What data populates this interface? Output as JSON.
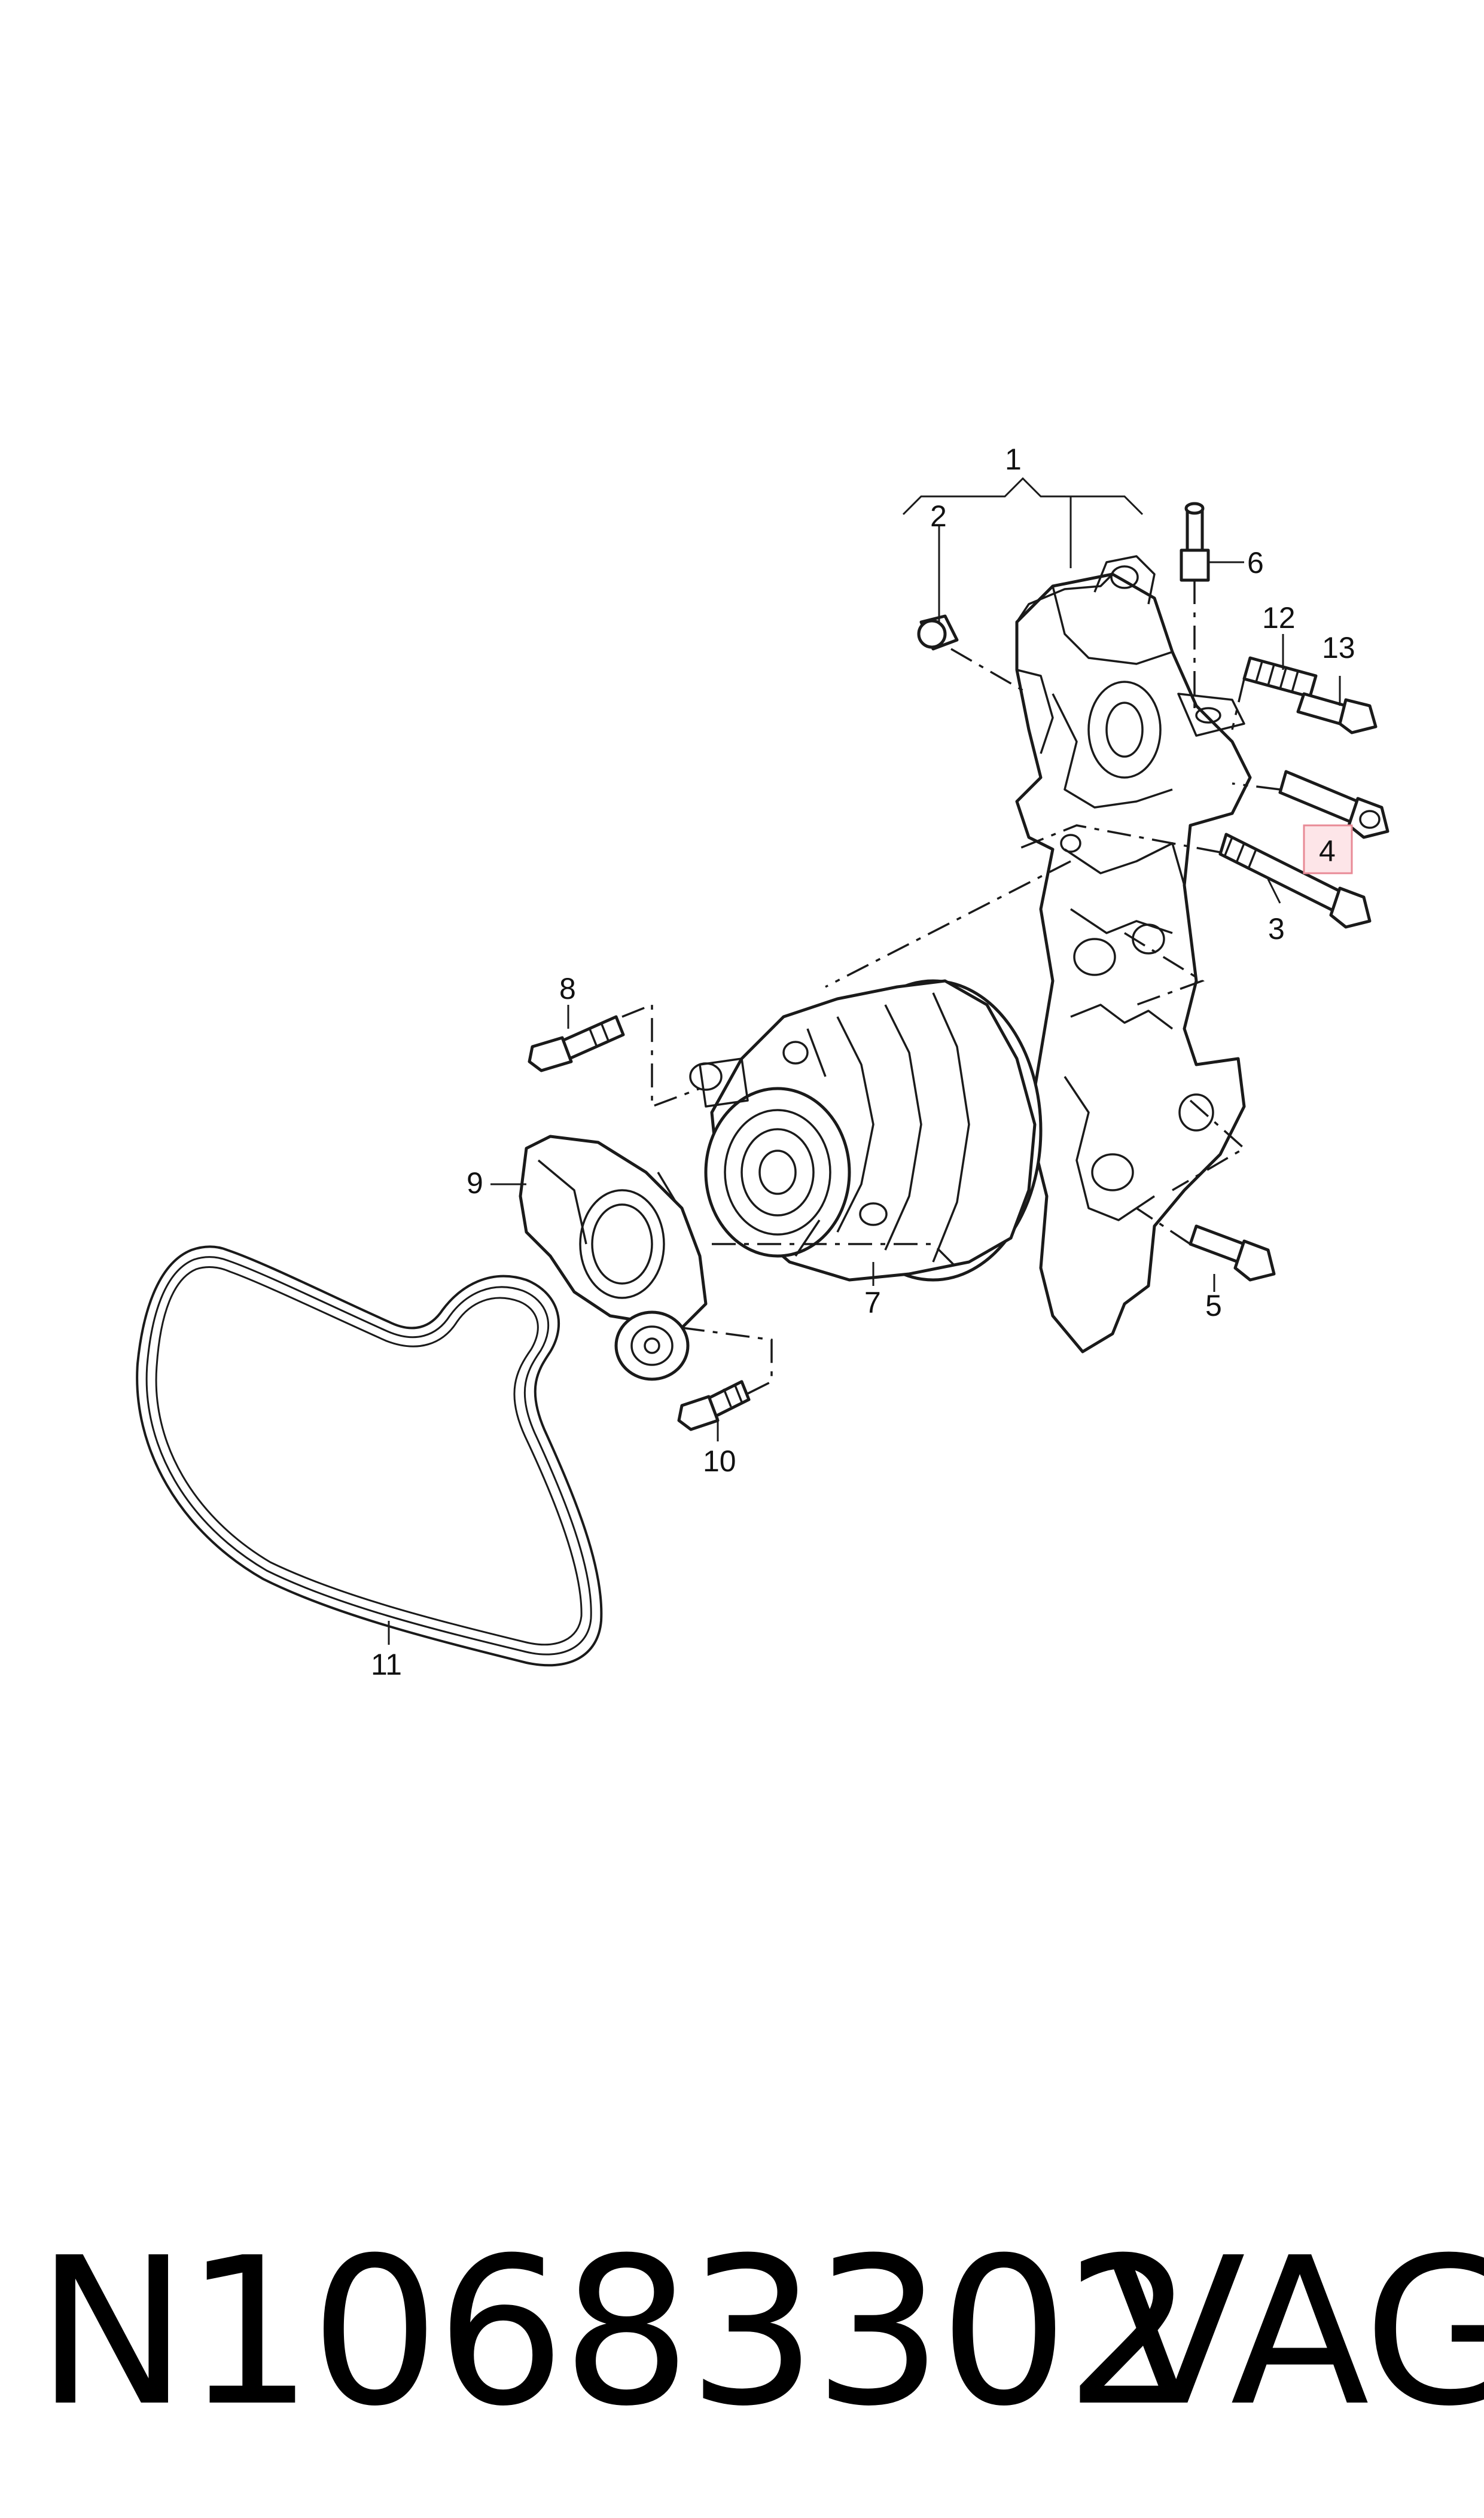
{
  "callouts": [
    "1",
    "2",
    "3",
    "4",
    "5",
    "6",
    "7",
    "8",
    "9",
    "10",
    "11",
    "12",
    "13"
  ],
  "highlighted_callout": "4",
  "highlight_color": "#fde5e8",
  "footer": {
    "part_number": "N10683302",
    "brand": "VAG"
  }
}
